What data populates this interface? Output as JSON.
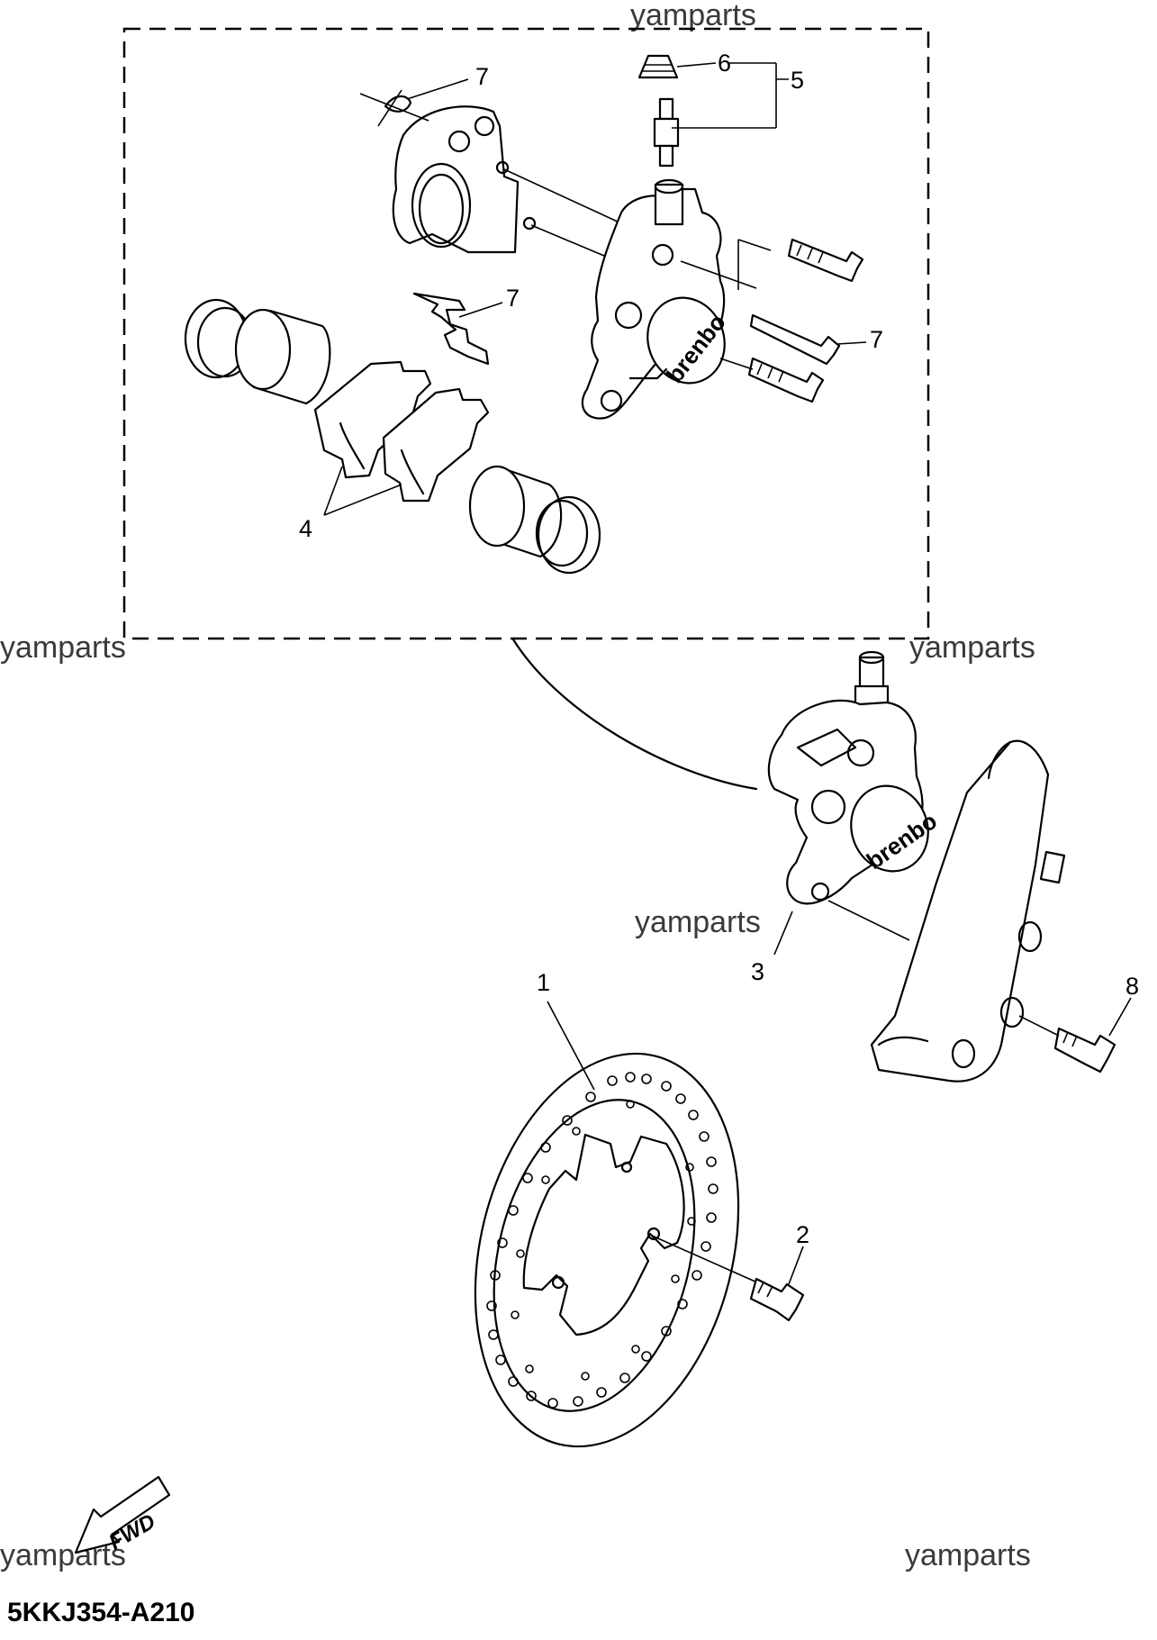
{
  "watermarks": [
    "yamparts",
    "yamparts",
    "yamparts",
    "yamparts",
    "yamparts",
    "yamparts"
  ],
  "callouts": {
    "c1": "1",
    "c2": "2",
    "c3": "3",
    "c4": "4",
    "c5": "5",
    "c6": "6",
    "c7a": "7",
    "c7b": "7",
    "c7c": "7",
    "c8": "8"
  },
  "brand_marks": [
    "brenbo",
    "brenbo"
  ],
  "direction_arrow": "FWD",
  "diagram_code": "5KKJ354-A210"
}
